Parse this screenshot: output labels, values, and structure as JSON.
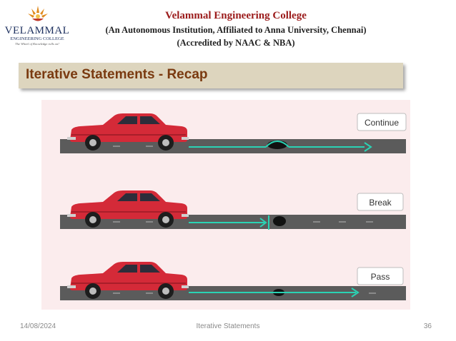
{
  "logo": {
    "name": "VELAMMAL",
    "sub": "ENGINEERING COLLEGE",
    "tagline": "The Wheel of Knowledge rolls on!"
  },
  "header": {
    "title": "Velammal Engineering College",
    "subtitle1": "(An Autonomous Institution, Affiliated to Anna University, Chennai)",
    "subtitle2": "(Accredited by NAAC & NBA)"
  },
  "slide": {
    "title": "Iterative Statements - Recap"
  },
  "illustration": {
    "labels": [
      "Continue",
      "Break",
      "Pass"
    ],
    "car_color": "#d42a38",
    "arrow_color": "#2ad3b4",
    "road_color": "#5b5b5b"
  },
  "footer": {
    "date": "14/08/2024",
    "center": "Iterative Statements",
    "page": "36"
  }
}
